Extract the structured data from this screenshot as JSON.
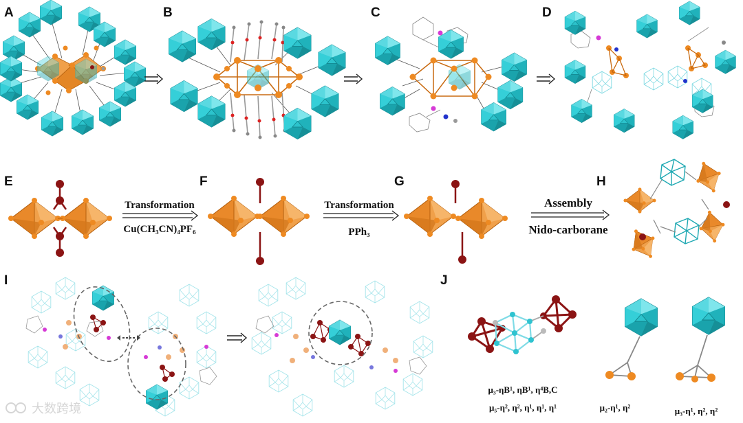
{
  "panel_labels": {
    "A": "A",
    "B": "B",
    "C": "C",
    "D": "D",
    "E": "E",
    "F": "F",
    "G": "G",
    "H": "H",
    "I": "I",
    "J": "J"
  },
  "reactions": {
    "e_to_f_top": "Transformation",
    "e_to_f_bottom": "Cu(CH₃CN)₄PF₆",
    "f_to_g_top": "Transformation",
    "f_to_g_bottom": "PPh₃",
    "g_to_h_top": "Assembly",
    "g_to_h_bottom": "Nido-carborane"
  },
  "coordination_modes": {
    "mode1_line1": "μ₃-ηB¹, ηB¹, η⁴B,C",
    "mode1_line2": "μ₅-η², η², η¹, η¹, η¹",
    "mode2": "μ₂-η¹, η²",
    "mode3": "μ₃-η¹, η², η²"
  },
  "watermark": "大数跨境",
  "colors": {
    "cyan": "#35cfd8",
    "cyan_dark": "#1fa9b3",
    "orange": "#ee8a22",
    "orange_dark": "#c96a10",
    "darkred": "#8b1414",
    "gray": "#9a9a9a"
  }
}
